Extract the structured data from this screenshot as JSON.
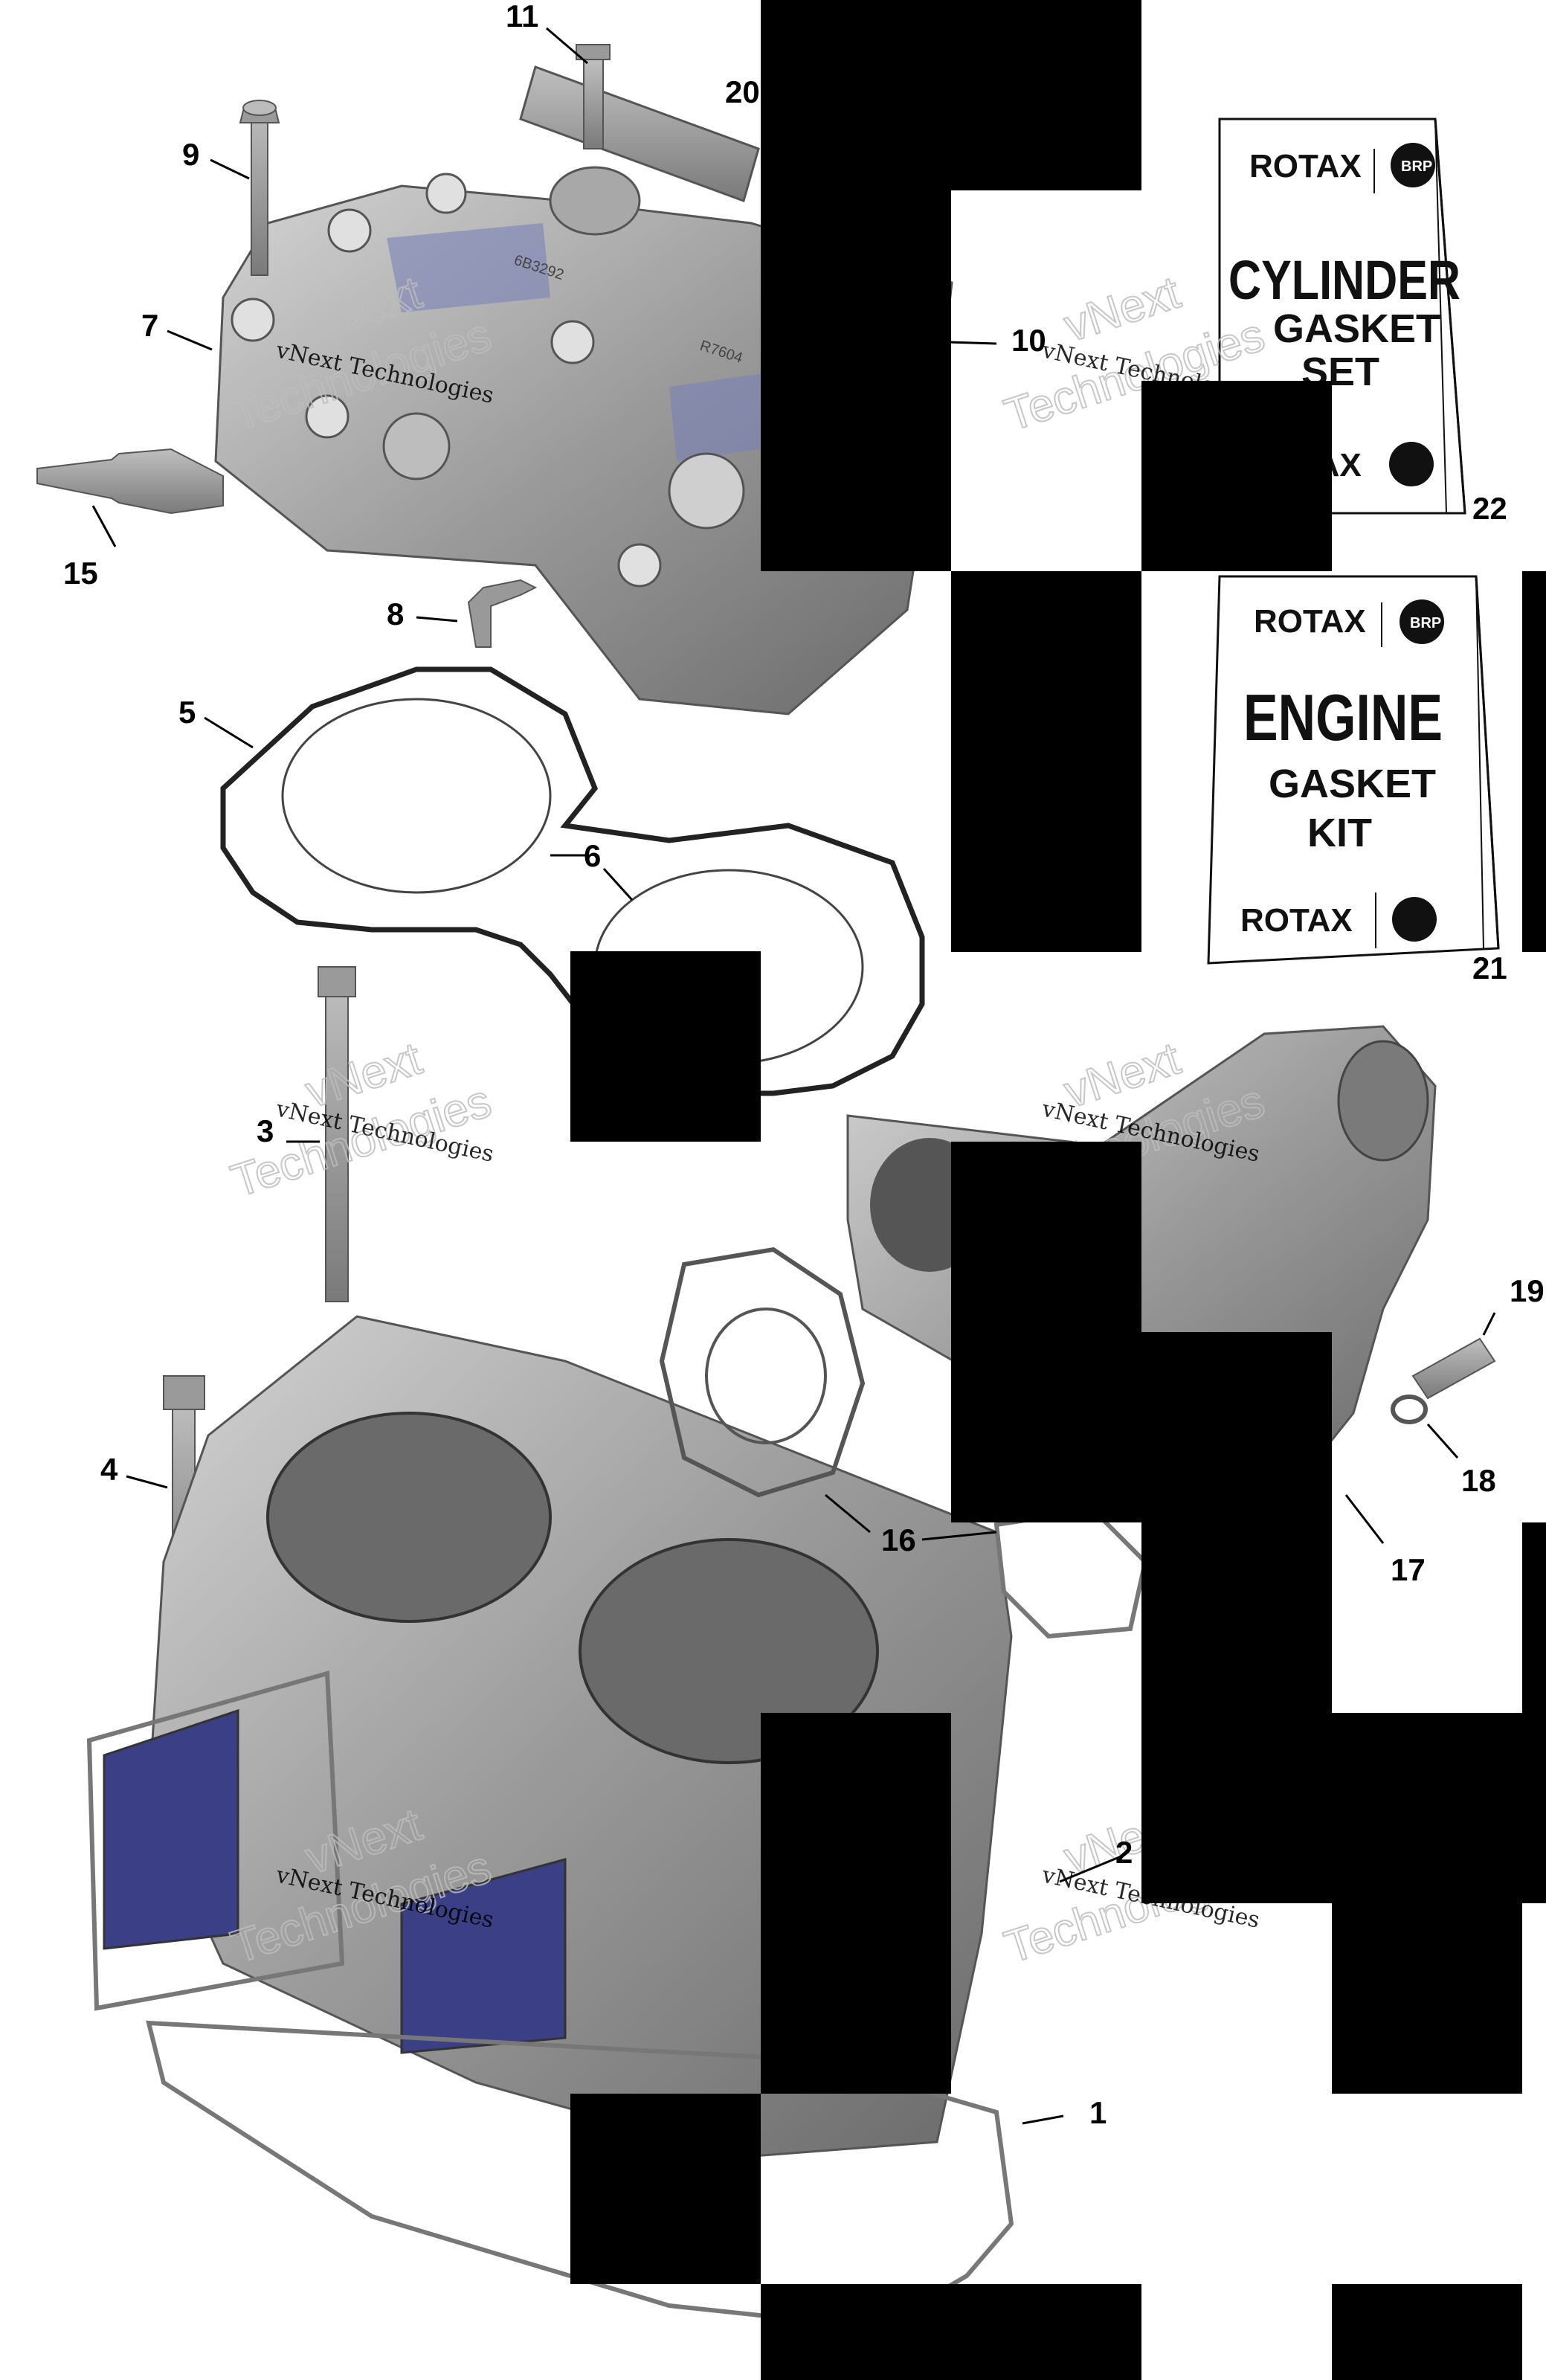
{
  "callouts": {
    "c1": "1",
    "c2": "2",
    "c3": "3",
    "c4": "4",
    "c5": "5",
    "c6": "6",
    "c7": "7",
    "c8": "8",
    "c9": "9",
    "c10": "10",
    "c11": "11",
    "c15": "15",
    "c16": "16",
    "c17": "17",
    "c18": "18",
    "c19": "19",
    "c20": "20",
    "c21": "21",
    "c22": "22"
  },
  "watermark": {
    "line1": "vNext",
    "line2": "Technologies",
    "line3": "vNext Technologies"
  },
  "kits": {
    "cylinder": {
      "brand": "ROTAX",
      "logo": "BRP",
      "title1": "CYLINDER",
      "title2": "GASKET",
      "title3": "SET",
      "brand_bottom": "ROTAX"
    },
    "engine": {
      "brand": "ROTAX",
      "logo": "BRP",
      "title1": "ENGINE",
      "title2": "GASKET",
      "title3": "KIT",
      "brand_bottom": "ROTAX"
    }
  },
  "part_marks": {
    "head_code_1": "6B3292",
    "head_code_2": "R7604"
  },
  "colors": {
    "part_gray": "#8e8e8e",
    "part_light": "#c9c9c9",
    "part_dark": "#5a5a5a",
    "reed_blue": "#3a3f86",
    "gasket_outline": "#222222",
    "redaction": "#000000"
  }
}
